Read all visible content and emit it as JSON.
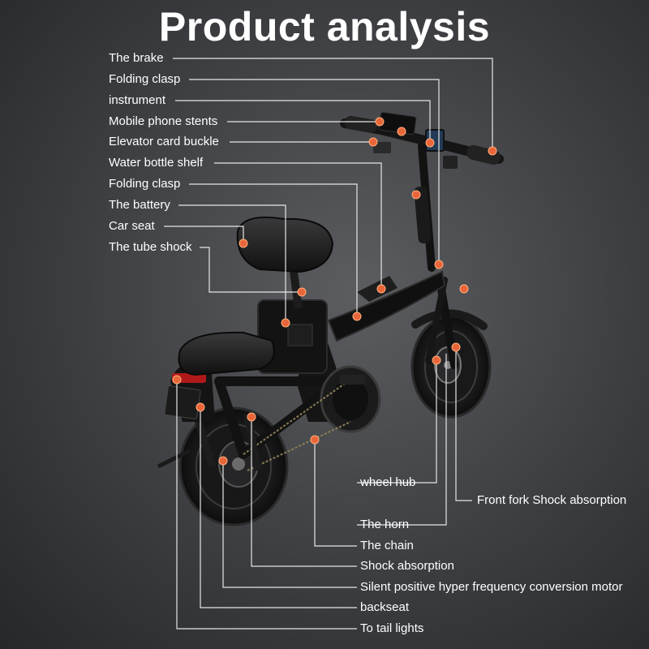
{
  "page": {
    "title": "Product analysis"
  },
  "left_labels": [
    "The brake",
    "Folding clasp",
    "instrument",
    "Mobile phone stents",
    "Elevator card buckle",
    "Water bottle shelf",
    "Folding clasp",
    "The battery",
    "Car seat",
    "The tube shock"
  ],
  "right_labels": [
    "wheel hub",
    "Front fork Shock absorption",
    "The horn",
    "The chain",
    "Shock absorption",
    "Silent positive hyper frequency conversion motor",
    "backseat",
    "To tail lights"
  ],
  "colors": {
    "background": "#3c3e41",
    "title": "#ffffff",
    "label_text": "#ffffff",
    "leader_line": "#e6e6e6",
    "marker_dot": "#e8663a"
  },
  "icons": [
    "electric-bike-illustration"
  ]
}
